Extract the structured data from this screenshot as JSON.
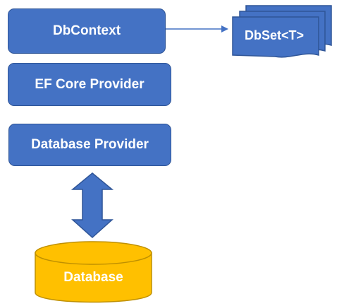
{
  "boxes": {
    "dbcontext": "DbContext",
    "ef_core_provider": "EF Core Provider",
    "database_provider": "Database Provider"
  },
  "dbset": "DbSet<T>",
  "database": "Database",
  "colors": {
    "box_fill": "#4472c4",
    "box_border": "#2f5597",
    "cylinder_fill": "#ffc000",
    "cylinder_border": "#bf9000",
    "text": "#ffffff"
  },
  "icons": [
    "arrow-right-icon",
    "double-arrow-vertical-icon",
    "database-cylinder-icon",
    "multi-document-icon"
  ]
}
